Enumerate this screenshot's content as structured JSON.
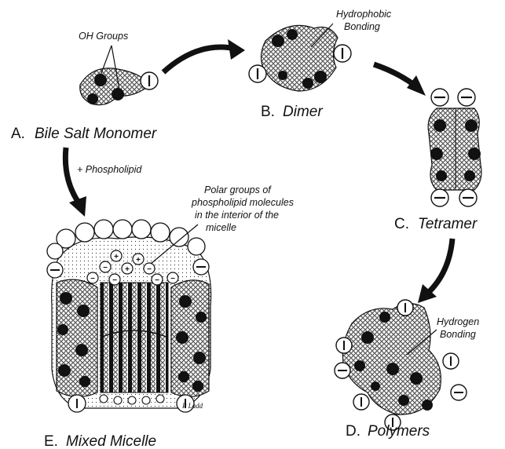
{
  "labels": {
    "monomer_letter": "A.",
    "monomer_name": "Bile Salt Monomer",
    "dimer_letter": "B.",
    "dimer_name": "Dimer",
    "tetramer_letter": "C.",
    "tetramer_name": "Tetramer",
    "polymers_letter": "D.",
    "polymers_name": "Polymers",
    "micelle_letter": "E.",
    "micelle_name": "Mixed Micelle"
  },
  "annotations": {
    "oh_groups": "OH Groups",
    "hydrophobic_1": "Hydrophobic",
    "hydrophobic_2": "Bonding",
    "phospholipid": "+ Phospholipid",
    "polar_1": "Polar groups of",
    "polar_2": "phospholipid molecules",
    "polar_3": "in the interior of the",
    "polar_4": "micelle",
    "hydrogen_1": "Hydrogen",
    "hydrogen_2": "Bonding",
    "signature": "P Ladd"
  },
  "colors": {
    "ink": "#111111",
    "background": "#ffffff"
  }
}
